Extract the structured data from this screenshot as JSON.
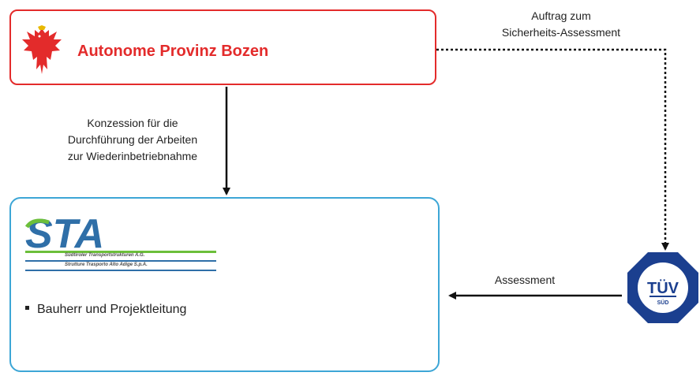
{
  "province": {
    "title": "Autonome Provinz Bozen",
    "logo_icon": "tyrolean-eagle-icon",
    "border_color": "#e32b2b"
  },
  "sta": {
    "logo_text": "STA",
    "subtitle_de": "Südtiroler Transportstrukturen A.G.",
    "subtitle_it": "Strutture Trasporto Alto Adige S.p.A.",
    "bullet": "Bauherr und Projektleitung",
    "border_color": "#3da6d6"
  },
  "tuv": {
    "logo_text": "TÜV",
    "logo_sub": "SÜD",
    "color": "#1b3f8f"
  },
  "connectors": {
    "konzession": [
      "Konzession für die",
      "Durchführung der Arbeiten",
      "zur Wiederinbetriebnahme"
    ],
    "auftrag": [
      "Auftrag zum",
      "Sicherheits-Assessment"
    ],
    "assessment": "Assessment"
  }
}
